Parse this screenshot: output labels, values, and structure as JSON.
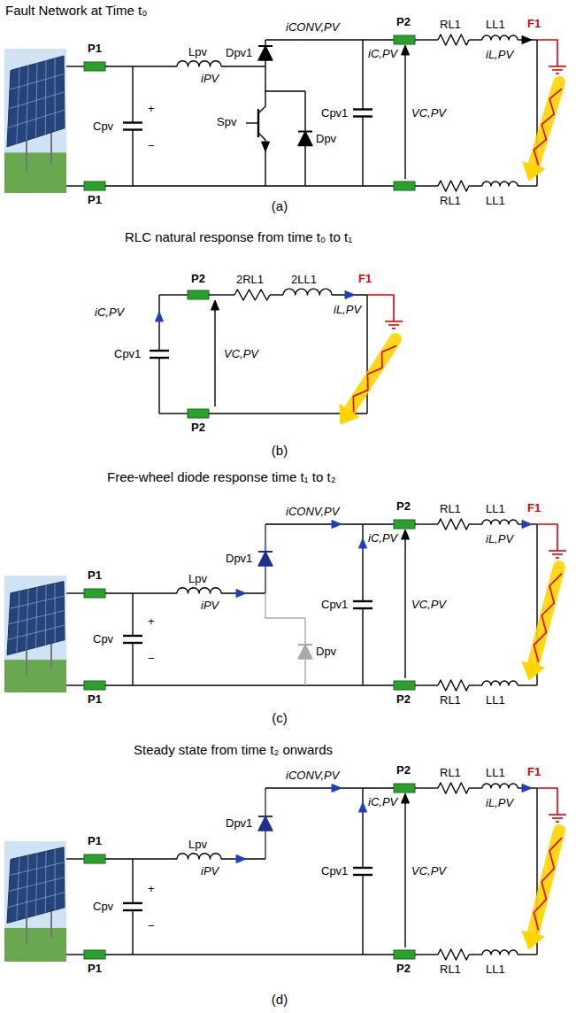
{
  "diagram": {
    "labels": [
      "Fault Network at Time t₀",
      "P1",
      "Lpv",
      "Dpv1",
      "iCONV,PV",
      "P2",
      "RL1",
      "LL1",
      "F1",
      "iC,PV",
      "iL,PV",
      "+",
      "Cpv",
      "iPV",
      "Spv",
      "Cpv1",
      "VC,PV",
      "Dpv",
      "−",
      "P1",
      "RL1",
      "LL1",
      "(a)",
      "RLC natural response from time t₀ to t₁",
      "P2",
      "2RL1",
      "2LL1",
      "F1",
      "iC,PV",
      "iL,PV",
      "Cpv1",
      "VC,PV",
      "P2",
      "(b)",
      "Free-wheel diode response time t₁ to t₂",
      "iCONV,PV",
      "Dpv1",
      "P2",
      "RL1",
      "LL1",
      "F1",
      "iC,PV",
      "iL,PV",
      "P1",
      "Lpv",
      "iPV",
      "+",
      "Cpv",
      "Cpv1",
      "VC,PV",
      "Dpv",
      "P1",
      "−",
      "P2",
      "RL1",
      "LL1",
      "(c)",
      "Steady state from time t₂ onwards",
      "iCONV,PV",
      "Dpv1",
      "P2",
      "RL1",
      "LL1",
      "F1",
      "iC,PV",
      "iL,PV",
      "P1",
      "Lpv",
      "iPV",
      "+",
      "Cpv",
      "Cpv1",
      "VC,PV",
      "P1",
      "−",
      "P2",
      "RL1",
      "LL1",
      "(d)"
    ]
  }
}
